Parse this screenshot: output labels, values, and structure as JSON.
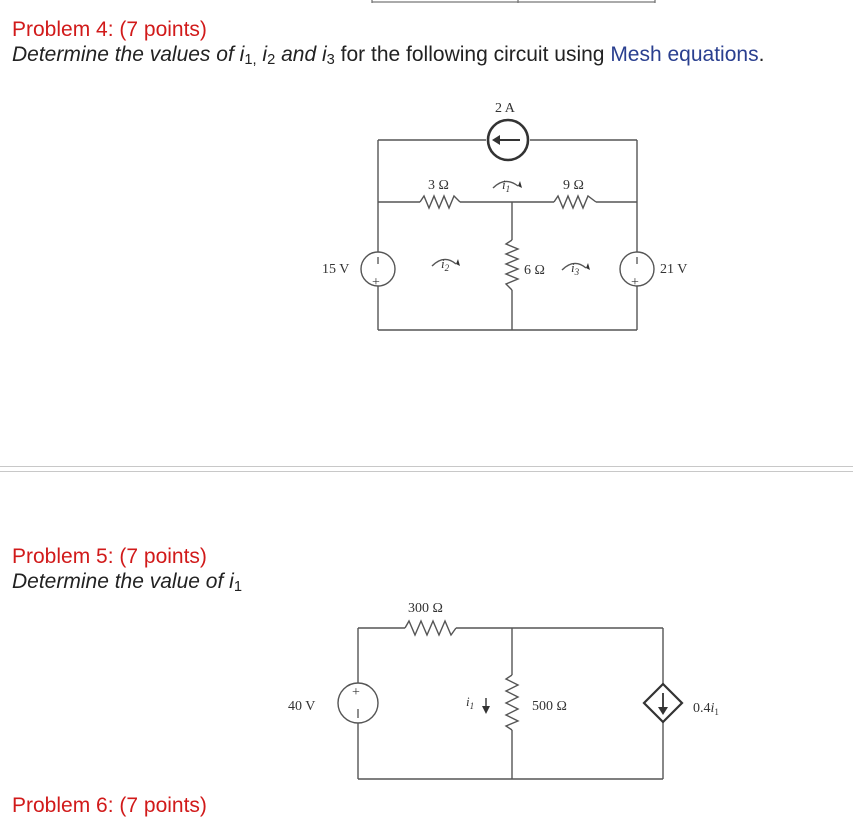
{
  "problem4": {
    "title": "Problem 4: (7 points)",
    "statement": {
      "part1": "Determine the values of",
      "var1": "i",
      "sub1": "1,",
      "var2": "i",
      "sub2": "2",
      "and": "and",
      "var3": "i",
      "sub3": "3",
      "part2": "for the following circuit using",
      "link": "Mesh equations",
      "end": "."
    },
    "circuit": {
      "current_source": "2 A",
      "r1": "3 Ω",
      "r2": "9 Ω",
      "r3": "6 Ω",
      "v_left": "15 V",
      "v_right": "21 V",
      "mesh_var": "i",
      "mesh1": "1",
      "mesh2": "2",
      "mesh3": "3",
      "plus": "+"
    }
  },
  "problem5": {
    "title": "Problem 5: (7 points)",
    "statement": {
      "part1": "Determine the value of",
      "var": "i",
      "sub": "1"
    },
    "circuit": {
      "r1": "300 Ω",
      "r2": "500 Ω",
      "v_source": "40 V",
      "dep_source_coef": "0.4",
      "dep_var": "i",
      "dep_sub": "1",
      "branch_var": "i",
      "branch_sub": "1",
      "plus": "+"
    }
  },
  "problem6": {
    "title": "Problem 6: (7 points)"
  }
}
